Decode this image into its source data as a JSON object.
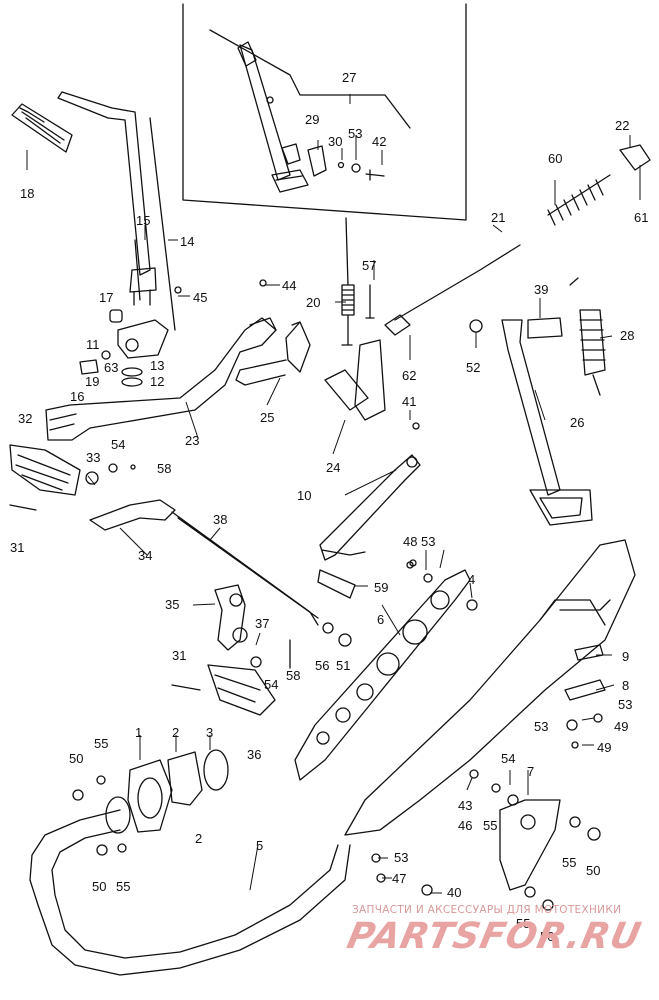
{
  "labels": [
    "1",
    "2",
    "2",
    "3",
    "4",
    "5",
    "6",
    "7",
    "8",
    "9",
    "10",
    "11",
    "12",
    "13",
    "14",
    "15",
    "16",
    "17",
    "18",
    "19",
    "20",
    "21",
    "22",
    "23",
    "24",
    "25",
    "26",
    "27",
    "28",
    "29",
    "30",
    "31",
    "31",
    "32",
    "33",
    "34",
    "35",
    "36",
    "37",
    "38",
    "39",
    "40",
    "41",
    "42",
    "43",
    "44",
    "45",
    "46",
    "47",
    "48",
    "49",
    "49",
    "50",
    "50",
    "50",
    "50",
    "51",
    "52",
    "53",
    "53",
    "53",
    "53",
    "53",
    "54",
    "54",
    "54",
    "55",
    "55",
    "55",
    "55",
    "55",
    "56",
    "57",
    "58",
    "58",
    "59",
    "60",
    "61",
    "62",
    "63"
  ],
  "watermark": {
    "tagline": "ЗАПЧАСТИ И АКСЕССУАРЫ ДЛЯ МОТОТЕХНИКИ",
    "logo": "PARTSFOR.RU"
  }
}
